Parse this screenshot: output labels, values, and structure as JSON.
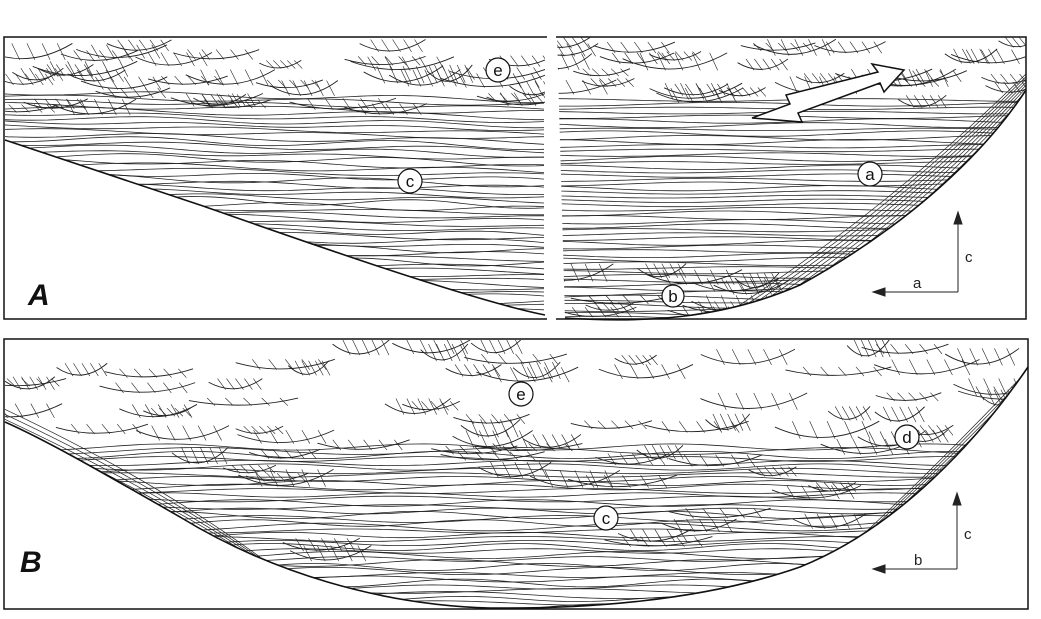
{
  "panels": [
    {
      "letter": "A",
      "labels": {
        "e": "e",
        "c": "c",
        "a": "a",
        "b": "b"
      },
      "axes": {
        "horizontal": "a",
        "vertical": "c"
      },
      "has_flow_arrow": true
    },
    {
      "letter": "B",
      "labels": {
        "e": "e",
        "d": "d",
        "c": "c"
      },
      "axes": {
        "horizontal": "b",
        "vertical": "c"
      },
      "has_flow_arrow": false
    }
  ],
  "colors": {
    "ink": "#111111",
    "paper": "#ffffff"
  }
}
